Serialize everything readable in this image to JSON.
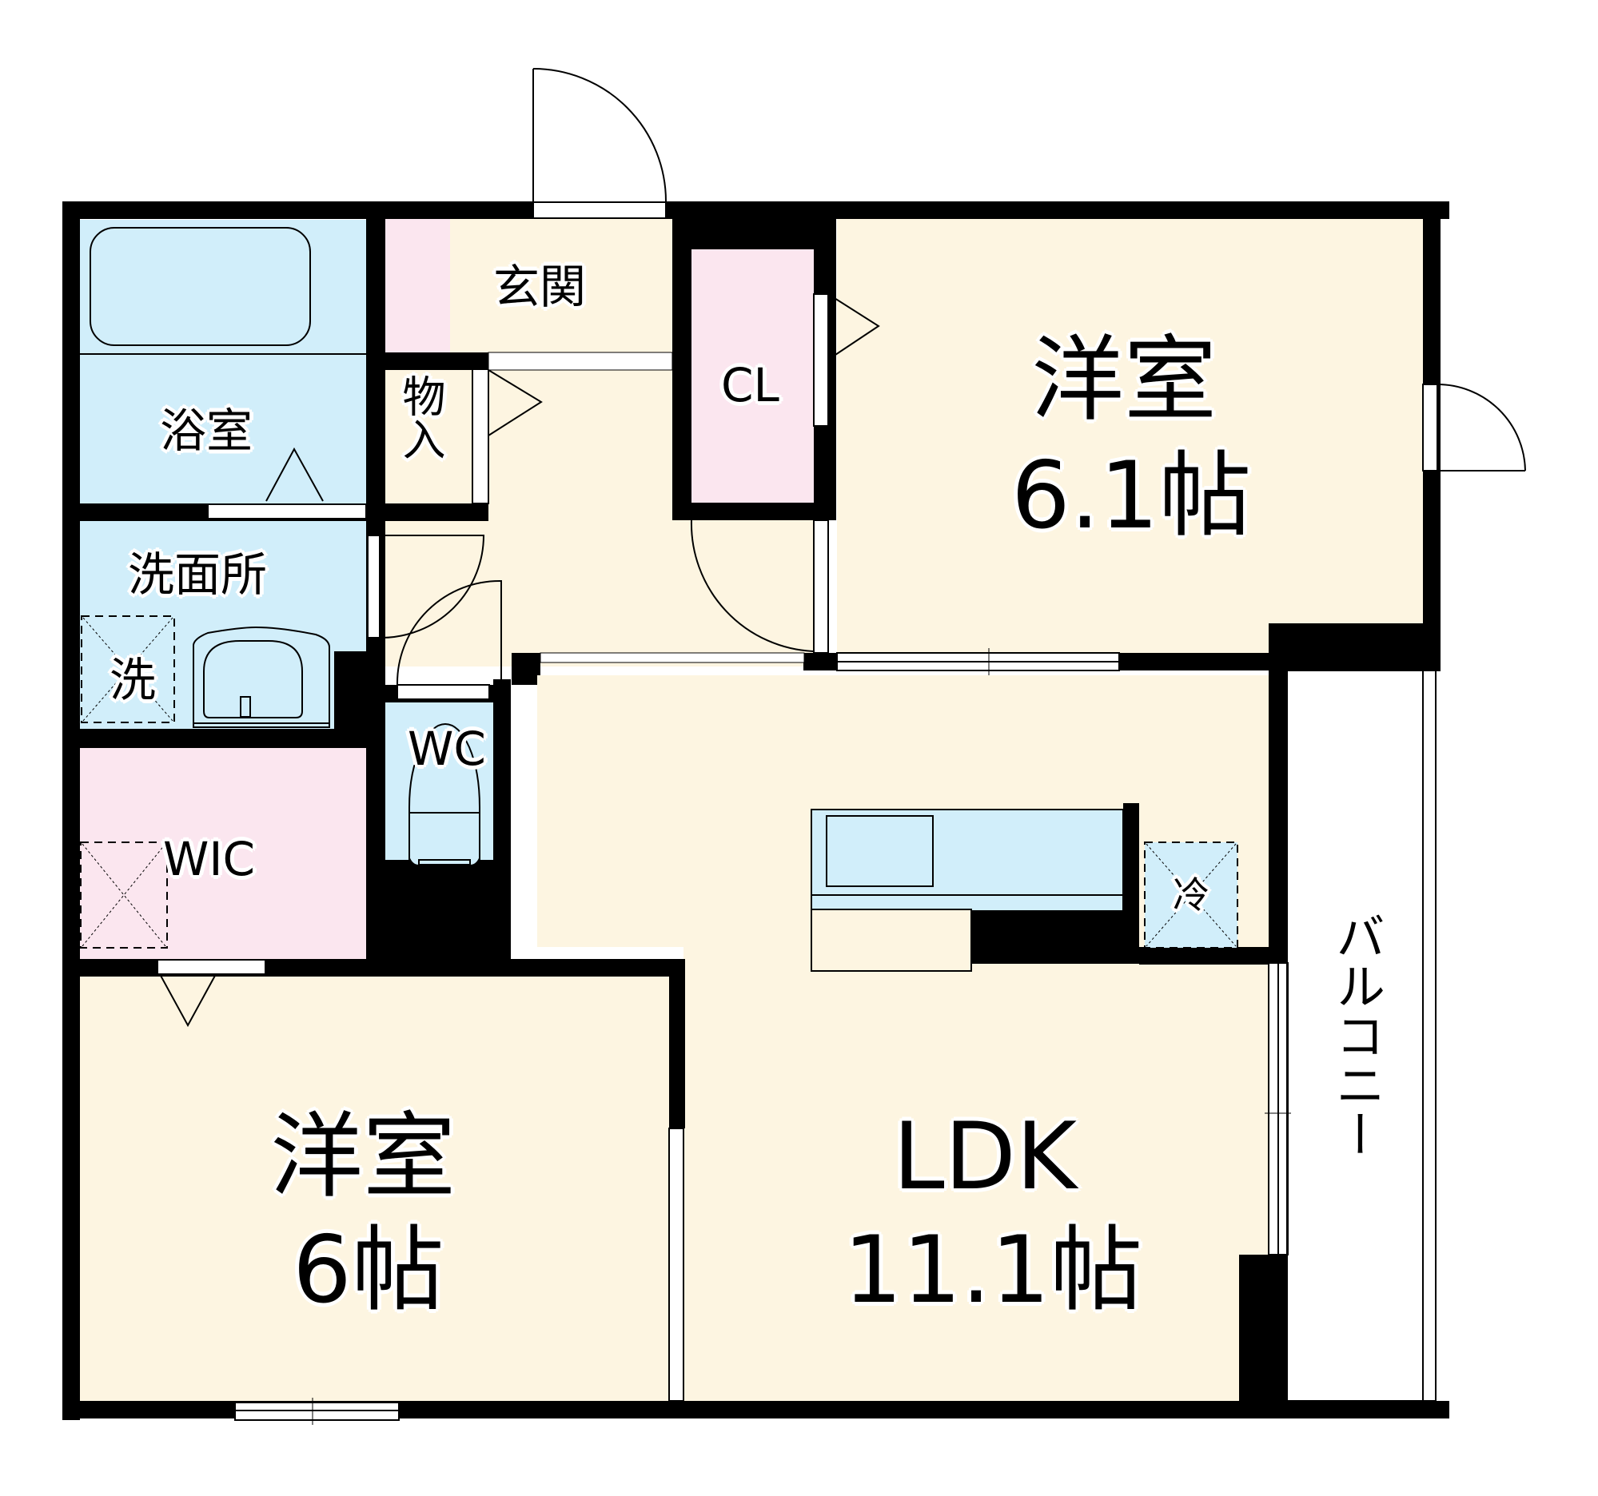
{
  "floorplan": {
    "colors": {
      "wall": "#000000",
      "floor_living": "#fdf5e1",
      "floor_wet": "#d1eefa",
      "floor_storage": "#fbe6ef",
      "background": "#ffffff"
    },
    "rooms": {
      "western_room_1": {
        "name": "洋室",
        "size": "6.1帖"
      },
      "western_room_2": {
        "name": "洋室",
        "size": "6帖"
      },
      "ldk": {
        "name": "LDK",
        "size": "11.1帖"
      },
      "entrance": {
        "name": "玄関"
      },
      "bathroom": {
        "name": "浴室"
      },
      "washroom": {
        "name": "洗面所"
      },
      "washing_machine": {
        "name": "洗"
      },
      "storage": {
        "line1": "物",
        "line2": "入"
      },
      "closet": {
        "name": "CL"
      },
      "toilet": {
        "name": "WC"
      },
      "walk_in_closet": {
        "name": "WIC"
      },
      "refrigerator": {
        "name": "冷"
      },
      "balcony": {
        "name": "バルコニー"
      }
    }
  }
}
